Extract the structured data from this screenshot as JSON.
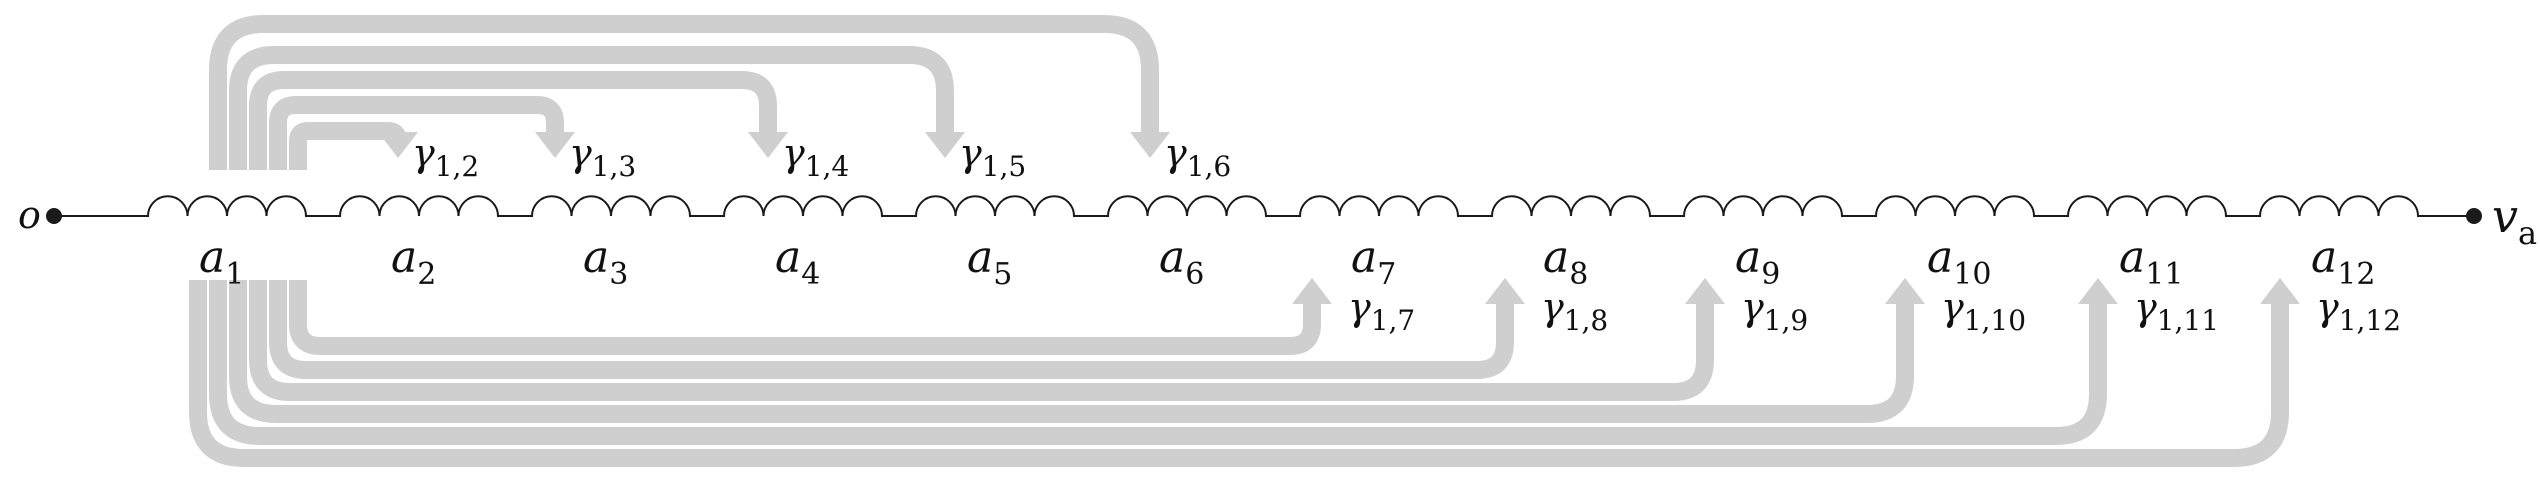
{
  "colors": {
    "arrow": "#cfcfcf",
    "line": "#1a1a1a",
    "text": "#111111"
  },
  "terminals": {
    "left": "o",
    "right": "v",
    "right_sub": "a"
  },
  "segments": [
    {
      "base": "a",
      "sub": "1"
    },
    {
      "base": "a",
      "sub": "2"
    },
    {
      "base": "a",
      "sub": "3"
    },
    {
      "base": "a",
      "sub": "4"
    },
    {
      "base": "a",
      "sub": "5"
    },
    {
      "base": "a",
      "sub": "6"
    },
    {
      "base": "a",
      "sub": "7"
    },
    {
      "base": "a",
      "sub": "8"
    },
    {
      "base": "a",
      "sub": "9"
    },
    {
      "base": "a",
      "sub": "10"
    },
    {
      "base": "a",
      "sub": "11"
    },
    {
      "base": "a",
      "sub": "12"
    }
  ],
  "arrows": [
    {
      "base": "γ",
      "sub": "1,2"
    },
    {
      "base": "γ",
      "sub": "1,3"
    },
    {
      "base": "γ",
      "sub": "1,4"
    },
    {
      "base": "γ",
      "sub": "1,5"
    },
    {
      "base": "γ",
      "sub": "1,6"
    },
    {
      "base": "γ",
      "sub": "1,7"
    },
    {
      "base": "γ",
      "sub": "1,8"
    },
    {
      "base": "γ",
      "sub": "1,9"
    },
    {
      "base": "γ",
      "sub": "1,10"
    },
    {
      "base": "γ",
      "sub": "1,11"
    },
    {
      "base": "γ",
      "sub": "1,12"
    }
  ]
}
